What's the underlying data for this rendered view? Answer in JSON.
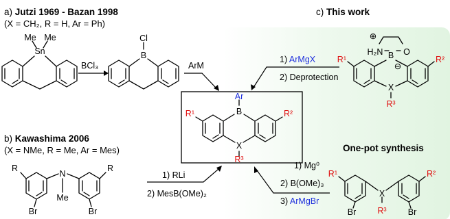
{
  "section_a": {
    "letter": "a)",
    "title": "Jutzi 1969 - Bazan 1998",
    "conditions": "(X = CH₂, R = H,  Ar = Ph)",
    "reagent_bcl3": "BCl₃",
    "reagent_arm": "ArM"
  },
  "section_b": {
    "letter": "b)",
    "title": "Kawashima 2006",
    "conditions": "(X = NMe, R = Me, Ar = Mes)",
    "step1": "1) RLi",
    "step2": "2) MesB(OMe)₂"
  },
  "section_c": {
    "letter": "c)",
    "title": "This work",
    "step1_num": "1)",
    "step1_reagent": "ArMgX",
    "step2": "2) Deprotection",
    "onepot_title": "One-pot synthesis",
    "op_step1": "1) Mg⁰",
    "op_step2": "2) B(OMe)₃",
    "op_step3_num": "3)",
    "op_step3_reagent": "ArMgBr"
  },
  "atoms": {
    "me": "Me",
    "sn": "Sn",
    "cl": "Cl",
    "b": "B",
    "ar": "Ar",
    "x": "X",
    "r": "R",
    "n": "N",
    "br": "Br",
    "o": "O",
    "h2n": "H₂N",
    "r1": "R¹",
    "r2": "R²",
    "r3": "R³",
    "plus": "⊕",
    "minus": "⊖"
  },
  "colors": {
    "substituent": "#e01010",
    "aryl": "#2233dd",
    "panel": "#e6f6e6"
  }
}
